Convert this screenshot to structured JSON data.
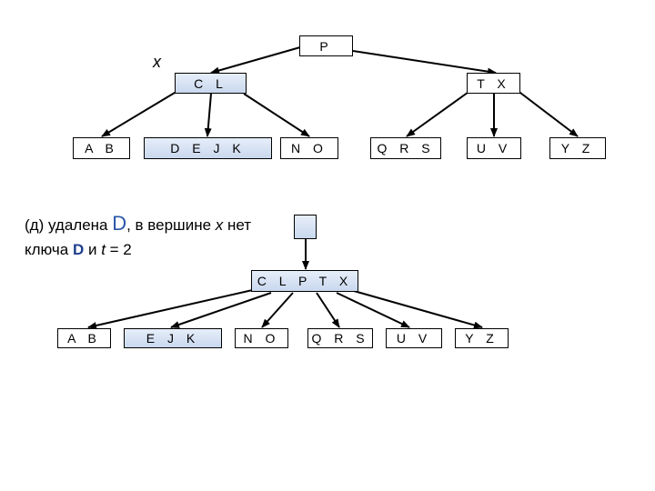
{
  "top_tree": {
    "x_label": "x",
    "root": "P",
    "left": "C L",
    "right": "T X",
    "leaves": [
      "A B",
      "D E J K",
      "N O",
      "Q R S",
      "U V",
      "Y Z"
    ]
  },
  "caption": {
    "p1": "(д) удалена ",
    "deleted": "D",
    "p2": ", в вершине ",
    "var_x": "x",
    "p3": " нет",
    "p4": "ключа ",
    "key": "D",
    "p5": " и ",
    "var_t": "t",
    "p6": " = 2"
  },
  "bottom_tree": {
    "empty_root": "",
    "root": "C L P T X",
    "leaves": [
      "A B",
      "E J K",
      "N O",
      "Q R S",
      "U V",
      "Y Z"
    ]
  },
  "colors": {
    "highlight": "#c9d8ee",
    "stroke": "#000000",
    "key_blue": "#1f3f8f"
  }
}
